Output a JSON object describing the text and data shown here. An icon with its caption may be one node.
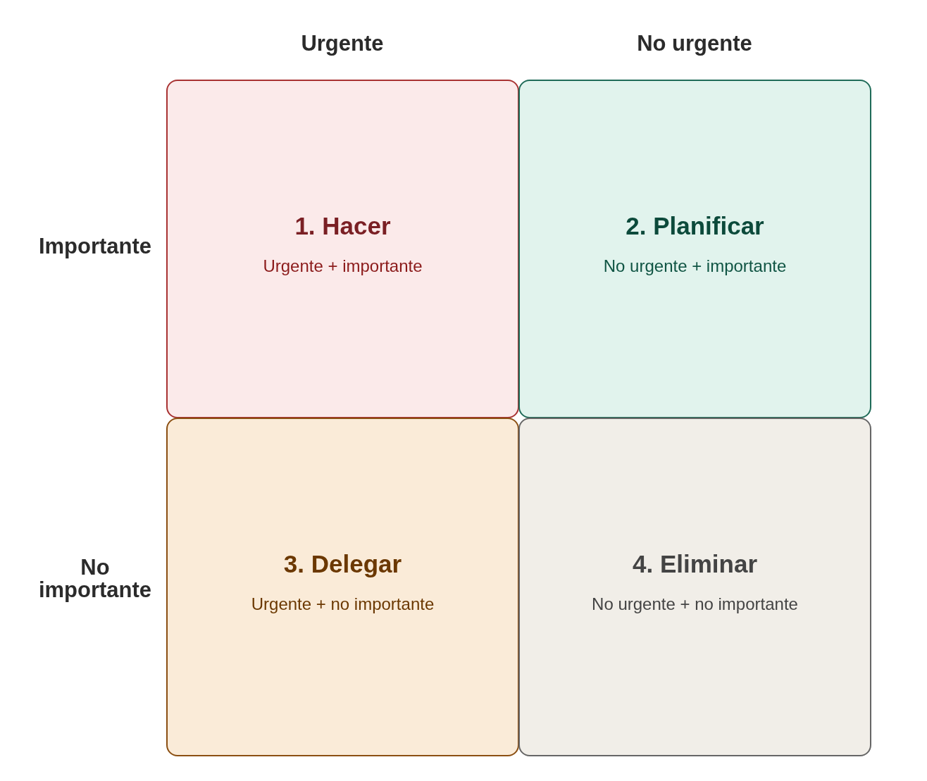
{
  "diagram": {
    "nodes": [
      {
        "text": [
          "1. Hacer",
          "Urgente + importante"
        ]
      },
      {
        "text": [
          "2. Planificar",
          "No urgente + importante"
        ]
      },
      {
        "text": [
          "3. Delegar",
          "Urgente + no importante"
        ]
      },
      {
        "text": [
          "4. Eliminar",
          "No urgente + no importante"
        ]
      }
    ],
    "labels": [
      "Urgente",
      "No urgente",
      "Importante",
      "No importante"
    ]
  }
}
